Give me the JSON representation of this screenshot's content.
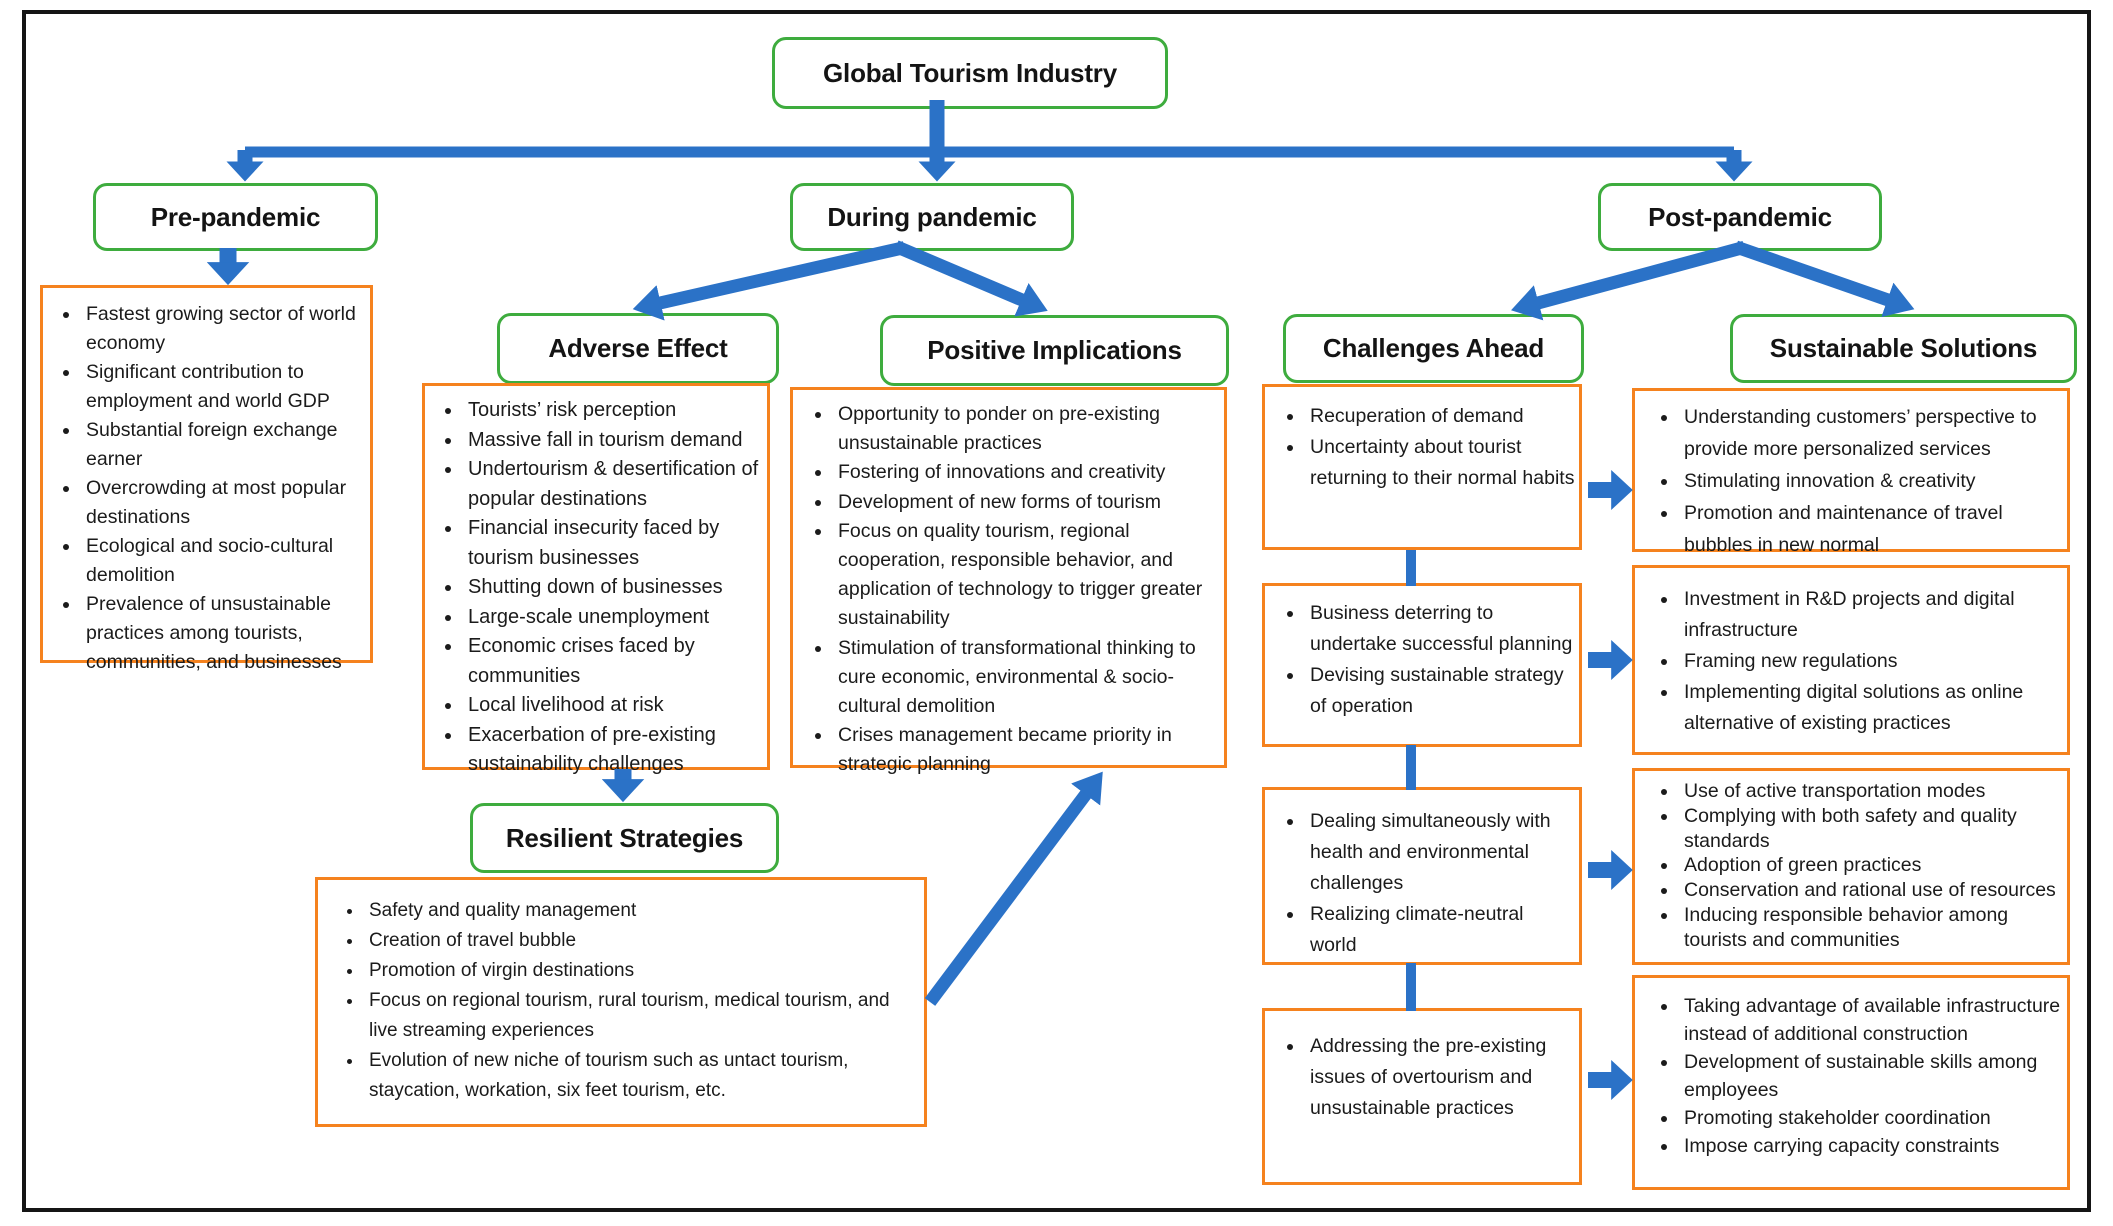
{
  "figure": {
    "root": {
      "label": "Global Tourism Industry"
    },
    "phases": {
      "pre": {
        "label": "Pre-pandemic",
        "points": [
          "Fastest growing sector of world economy",
          "Significant contribution to employment and world GDP",
          "Substantial foreign exchange earner",
          "Overcrowding at most popular destinations",
          "Ecological and socio-cultural demolition",
          "Prevalence of unsustainable practices among tourists, communities, and businesses"
        ]
      },
      "during": {
        "label": "During pandemic",
        "adverse": {
          "label": "Adverse Effect",
          "points": [
            "Tourists’ risk perception",
            "Massive fall in tourism demand",
            "Undertourism & desertification of popular destinations",
            "Financial insecurity faced by tourism businesses",
            "Shutting down of businesses",
            "Large-scale unemployment",
            "Economic crises faced by communities",
            "Local livelihood at risk",
            "Exacerbation of pre-existing sustainability challenges"
          ]
        },
        "positive": {
          "label": "Positive Implications",
          "points": [
            "Opportunity to ponder on pre-existing unsustainable practices",
            "Fostering of innovations and creativity",
            "Development of new forms of tourism",
            "Focus on quality tourism, regional cooperation, responsible behavior, and application of technology to trigger greater sustainability",
            "Stimulation of transformational thinking to cure economic, environmental & socio-cultural demolition",
            "Crises management became priority in strategic planning"
          ]
        },
        "resilient": {
          "label": "Resilient Strategies",
          "points": [
            "Safety and quality management",
            "Creation of travel bubble",
            "Promotion of virgin destinations",
            "Focus on regional tourism, rural tourism, medical tourism, and live streaming experiences",
            "Evolution of new niche of tourism such as untact tourism, staycation, workation, six feet tourism, etc."
          ]
        }
      },
      "post": {
        "label": "Post-pandemic",
        "challenges": {
          "label": "Challenges Ahead",
          "groups": [
            [
              "Recuperation of demand",
              "Uncertainty about tourist returning to their normal habits"
            ],
            [
              "Business deterring to undertake successful planning",
              "Devising sustainable strategy of operation"
            ],
            [
              "Dealing simultaneously with health and environmental challenges",
              "Realizing climate-neutral world"
            ],
            [
              "Addressing the pre-existing issues of overtourism and unsustainable practices"
            ]
          ]
        },
        "solutions": {
          "label": "Sustainable Solutions",
          "groups": [
            [
              "Understanding customers’ perspective to provide more personalized services",
              "Stimulating innovation & creativity",
              "Promotion and maintenance of travel bubbles in new normal"
            ],
            [
              "Investment in R&D projects and digital infrastructure",
              "Framing new regulations",
              "Implementing digital solutions as online alternative of existing practices"
            ],
            [
              "Use of active transportation modes",
              "Complying with both safety and quality standards",
              "Adoption of green practices",
              "Conservation and rational use of resources",
              "Inducing responsible behavior among tourists and communities"
            ],
            [
              "Taking advantage of available infrastructure instead of additional construction",
              "Development of sustainable skills among employees",
              "Promoting stakeholder coordination",
              "Impose carrying capacity constraints"
            ]
          ]
        }
      }
    },
    "colors": {
      "green_border": "#3EAC3E",
      "orange_border": "#F5821E",
      "arrow_blue": "#2B72C7",
      "frame_black": "#151515",
      "text": "#1B1B1B"
    }
  }
}
